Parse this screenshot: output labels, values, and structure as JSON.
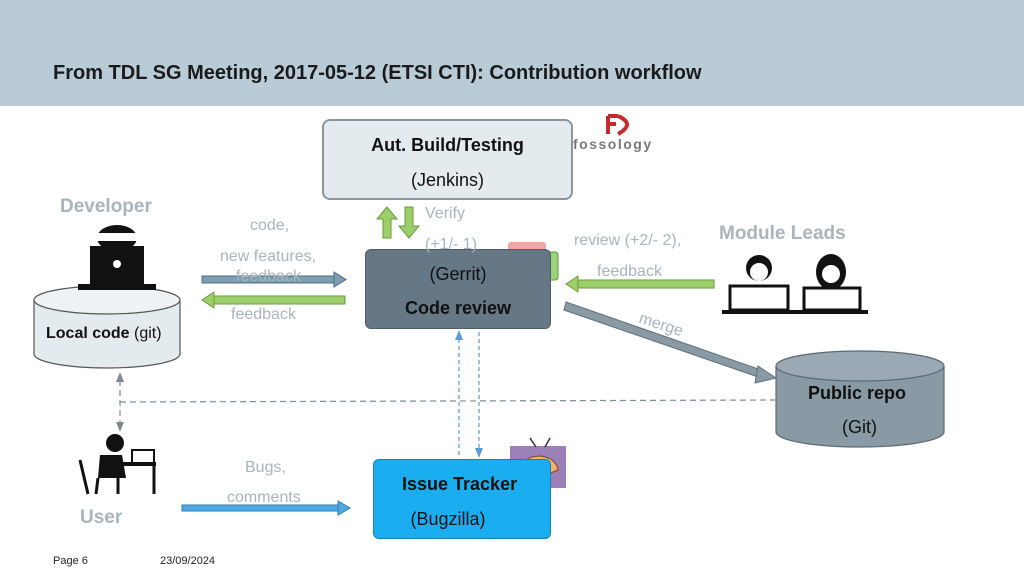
{
  "header": {
    "title": "From TDL SG Meeting, 2017-05-12 (ETSI CTI): Contribution workflow"
  },
  "build": {
    "title": "Aut. Build/Testing",
    "subtitle": "(Jenkins)",
    "verify": "Verify",
    "logo_text": "fossology"
  },
  "review": {
    "subtitle": "(Gerrit)",
    "title": "Code review",
    "badge": "++",
    "badge_minus": "−−"
  },
  "developer": {
    "label": "Developer",
    "arrow_labels": [
      "code,",
      "new features,",
      "feedback"
    ],
    "feedback_back": "feedback"
  },
  "local_code": {
    "bold": "Local code",
    "rest": " (git)"
  },
  "module_leads": {
    "label": "Module Leads",
    "review_label": "review (+2/- 2),",
    "review_sub": "(+1/- 1)",
    "feedback": "feedback",
    "merge": "merge"
  },
  "public_repo": {
    "title": "Public repo",
    "subtitle": "(Git)"
  },
  "user": {
    "label": "User",
    "arrow_labels": [
      "Bugs,",
      "comments"
    ]
  },
  "issue_tracker": {
    "title": "Issue Tracker",
    "subtitle": "(Bugzilla)"
  },
  "footer": {
    "page": "Page 6",
    "date": "23/09/2024"
  },
  "colors": {
    "header_bg": "#b9cbd6",
    "review_box": "#667785",
    "issue_box": "#1aaef0",
    "build_box": "#e4ebef",
    "repo": "#8a9aa5",
    "arrow_blue": "#6b8ca3",
    "arrow_green": "#8cc152",
    "arrow_grey": "#6d7f8c"
  }
}
